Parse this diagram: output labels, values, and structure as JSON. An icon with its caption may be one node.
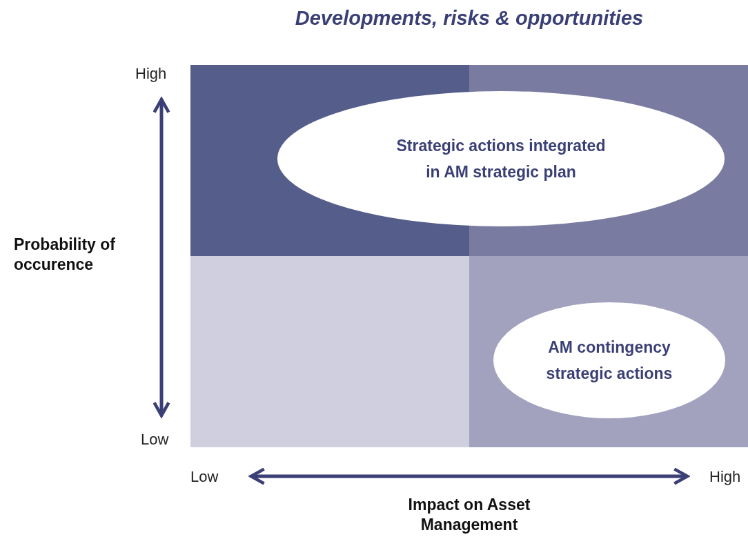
{
  "diagram": {
    "title": "Developments, risks & opportunities",
    "nodes": [
      {
        "text": [
          "Strategic actions integrated in AM strategic plan"
        ]
      },
      {
        "text": [
          "AM contingency strategic actions"
        ]
      }
    ],
    "labels": [
      "High",
      "Probability of occurence",
      "Low",
      "Low",
      "High",
      "Impact on Asset Management"
    ]
  }
}
